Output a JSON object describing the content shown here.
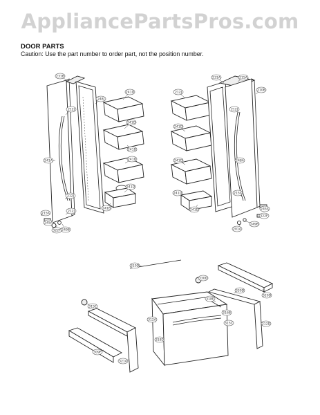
{
  "watermark": "AppliancePartsPros.com",
  "header": {
    "title": "DOOR PARTS",
    "caution": "Caution: Use the part number to order part, not the position number."
  },
  "diagram": {
    "callouts": [
      {
        "id": "c01",
        "text": "231B"
      },
      {
        "id": "c02",
        "text": "212J"
      },
      {
        "id": "c03",
        "text": "248J"
      },
      {
        "id": "c04",
        "text": "241D"
      },
      {
        "id": "c05",
        "text": "241D"
      },
      {
        "id": "c06",
        "text": "241D"
      },
      {
        "id": "c07",
        "text": "241D"
      },
      {
        "id": "c08",
        "text": "212J"
      },
      {
        "id": "c09",
        "text": "241A"
      },
      {
        "id": "c10",
        "text": "212J"
      },
      {
        "id": "c11",
        "text": "241B"
      },
      {
        "id": "c12",
        "text": "215A"
      },
      {
        "id": "c13",
        "text": "245A"
      },
      {
        "id": "c14",
        "text": "322F"
      },
      {
        "id": "c15",
        "text": "249B"
      },
      {
        "id": "c16",
        "text": "241D"
      },
      {
        "id": "c17",
        "text": "231A"
      },
      {
        "id": "c18",
        "text": "215A"
      },
      {
        "id": "c19",
        "text": "210B"
      },
      {
        "id": "c20",
        "text": "212J"
      },
      {
        "id": "c21",
        "text": "241D"
      },
      {
        "id": "c22",
        "text": "241D"
      },
      {
        "id": "c23",
        "text": "241D"
      },
      {
        "id": "c24",
        "text": "248A"
      },
      {
        "id": "c25",
        "text": "212J"
      },
      {
        "id": "c26",
        "text": "241D"
      },
      {
        "id": "c27",
        "text": "215A"
      },
      {
        "id": "c28",
        "text": "245A"
      },
      {
        "id": "c29",
        "text": "322F"
      },
      {
        "id": "c30",
        "text": "249B"
      },
      {
        "id": "c31",
        "text": "201A"
      },
      {
        "id": "c32",
        "text": "310D"
      },
      {
        "id": "c33",
        "text": "320D"
      },
      {
        "id": "c34",
        "text": "330D"
      },
      {
        "id": "c35",
        "text": "315E"
      },
      {
        "id": "c36",
        "text": "212D"
      },
      {
        "id": "c37",
        "text": "312A"
      },
      {
        "id": "c38",
        "text": "318E"
      },
      {
        "id": "c39",
        "text": "316B"
      },
      {
        "id": "c40",
        "text": "315C"
      },
      {
        "id": "c41",
        "text": "318D"
      },
      {
        "id": "c42",
        "text": "309F"
      },
      {
        "id": "c43",
        "text": "321A"
      },
      {
        "id": "c44",
        "text": "330D"
      }
    ]
  }
}
